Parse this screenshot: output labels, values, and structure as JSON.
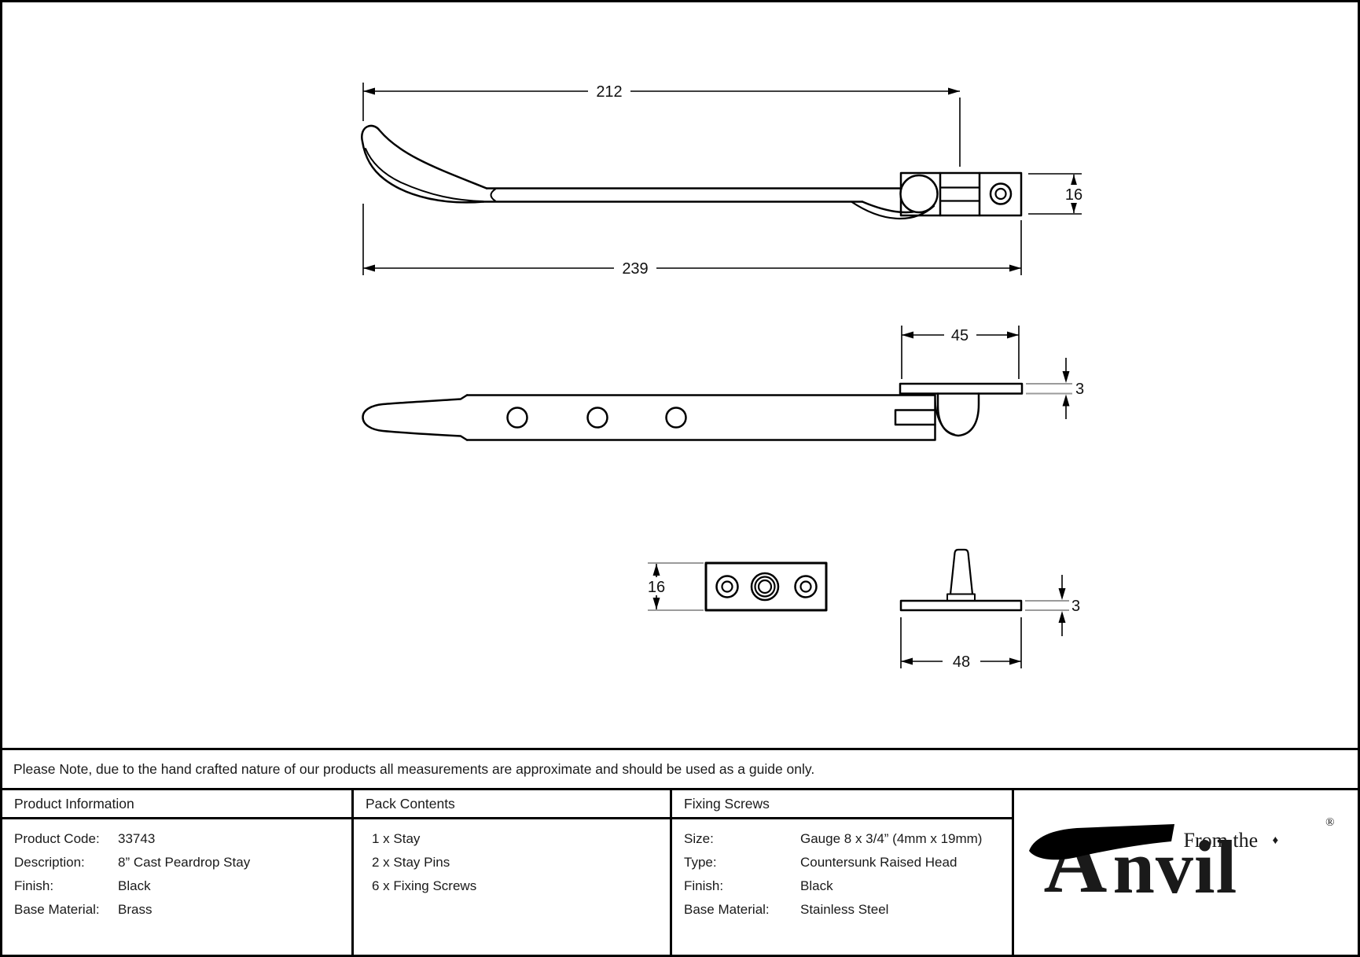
{
  "note": {
    "text": "Please Note, due to the hand crafted nature of our products all measurements are approximate and should be used as a guide only."
  },
  "drawing": {
    "dims": {
      "handle_to_pivot": "212",
      "overall_length": "239",
      "keep_height": "16",
      "pin_plate_width": "45",
      "pin_plate_thickness_side": "3",
      "keep_plate_height": "16",
      "pin_plate_thickness": "3",
      "pin_plate_length": "48"
    }
  },
  "table": {
    "product_information": {
      "header": "Product Information",
      "rows": [
        {
          "label": "Product Code:",
          "value": "33743"
        },
        {
          "label": "Description:",
          "value": "8” Cast Peardrop Stay"
        },
        {
          "label": "Finish:",
          "value": "Black"
        },
        {
          "label": "Base Material:",
          "value": "Brass"
        }
      ]
    },
    "pack_contents": {
      "header": "Pack Contents",
      "items": [
        "1 x Stay",
        "2 x Stay Pins",
        "6 x Fixing Screws"
      ]
    },
    "fixing_screws": {
      "header": "Fixing Screws",
      "rows": [
        {
          "label": "Size:",
          "value": "Gauge 8 x 3/4” (4mm x 19mm)"
        },
        {
          "label": "Type:",
          "value": "Countersunk Raised Head"
        },
        {
          "label": "Finish:",
          "value": "Black"
        },
        {
          "label": "Base Material:",
          "value": "Stainless Steel"
        }
      ]
    },
    "brand": {
      "from_the": "From the",
      "diamond": "♦",
      "name_a": "A",
      "name_rest": "nvil",
      "registered": "®"
    }
  }
}
